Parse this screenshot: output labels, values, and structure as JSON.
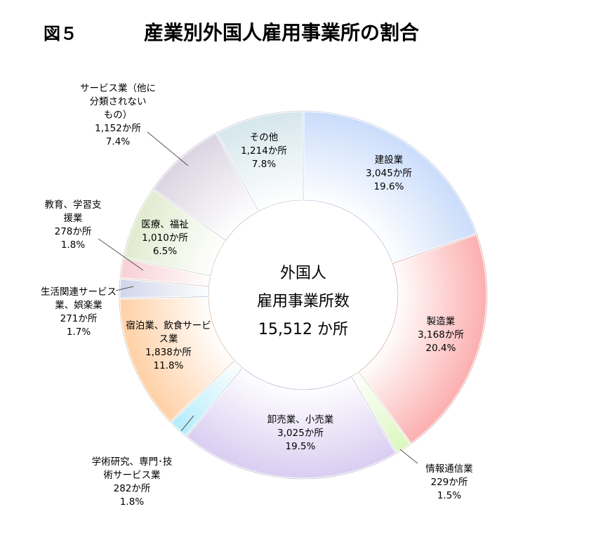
{
  "figure_number": "図５",
  "chart_data": {
    "type": "pie",
    "title": "産業別外国人雇用事業所の割合",
    "unit": "か所",
    "center_label": [
      "外国人",
      "雇用事業所数",
      "15,512 か所"
    ],
    "total": 15512,
    "slices": [
      {
        "key": "construction",
        "label": "建設業",
        "label_lines": [
          "建設業"
        ],
        "value": 3045,
        "value_text": "3,045か所",
        "percent": 19.6,
        "percent_text": "19.6%",
        "color": "#c9dcfb"
      },
      {
        "key": "manufacturing",
        "label": "製造業",
        "label_lines": [
          "製造業"
        ],
        "value": 3168,
        "value_text": "3,168か所",
        "percent": 20.4,
        "percent_text": "20.4%",
        "color": "#fcaeae"
      },
      {
        "key": "information",
        "label": "情報通信業",
        "label_lines": [
          "情報通信業"
        ],
        "value": 229,
        "value_text": "229か所",
        "percent": 1.5,
        "percent_text": "1.5%",
        "color": "#dcf7bf"
      },
      {
        "key": "wholesale",
        "label": "卸売業、小売業",
        "label_lines": [
          "卸売業、小売業"
        ],
        "value": 3025,
        "value_text": "3,025か所",
        "percent": 19.5,
        "percent_text": "19.5%",
        "color": "#d9cdf1"
      },
      {
        "key": "academic",
        "label": "学術研究、専門･技術サービス業",
        "label_lines": [
          "学術研究、専門･技",
          "術サービス業"
        ],
        "value": 282,
        "value_text": "282か所",
        "percent": 1.8,
        "percent_text": "1.8%",
        "color": "#b3ecfb"
      },
      {
        "key": "hospitality",
        "label": "宿泊業、飲食サービス業",
        "label_lines": [
          "宿泊業、飲食サービ",
          "ス業"
        ],
        "value": 1838,
        "value_text": "1,838か所",
        "percent": 11.8,
        "percent_text": "11.8%",
        "color": "#ffd0a5"
      },
      {
        "key": "living",
        "label": "生活関連サービス業、娯楽業",
        "label_lines": [
          "生活関連サービス",
          "業、娯楽業"
        ],
        "value": 271,
        "value_text": "271か所",
        "percent": 1.7,
        "percent_text": "1.7%",
        "color": "#cfd6ea"
      },
      {
        "key": "education",
        "label": "教育、学習支援業",
        "label_lines": [
          "教育、学習支",
          "援業"
        ],
        "value": 278,
        "value_text": "278か所",
        "percent": 1.8,
        "percent_text": "1.8%",
        "color": "#f7cfd3"
      },
      {
        "key": "medical",
        "label": "医療、福祉",
        "label_lines": [
          "医療、福祉"
        ],
        "value": 1010,
        "value_text": "1,010か所",
        "percent": 6.5,
        "percent_text": "6.5%",
        "color": "#e1ebcf"
      },
      {
        "key": "services",
        "label": "サービス業（他に分類されないもの）",
        "label_lines": [
          "サービス業（他に",
          "分類されない",
          "もの）"
        ],
        "value": 1152,
        "value_text": "1,152か所",
        "percent": 7.4,
        "percent_text": "7.4%",
        "color": "#dad4e1"
      },
      {
        "key": "other",
        "label": "その他",
        "label_lines": [
          "その他"
        ],
        "value": 1214,
        "value_text": "1,214か所",
        "percent": 7.8,
        "percent_text": "7.8%",
        "color": "#d5e6ec"
      }
    ]
  }
}
